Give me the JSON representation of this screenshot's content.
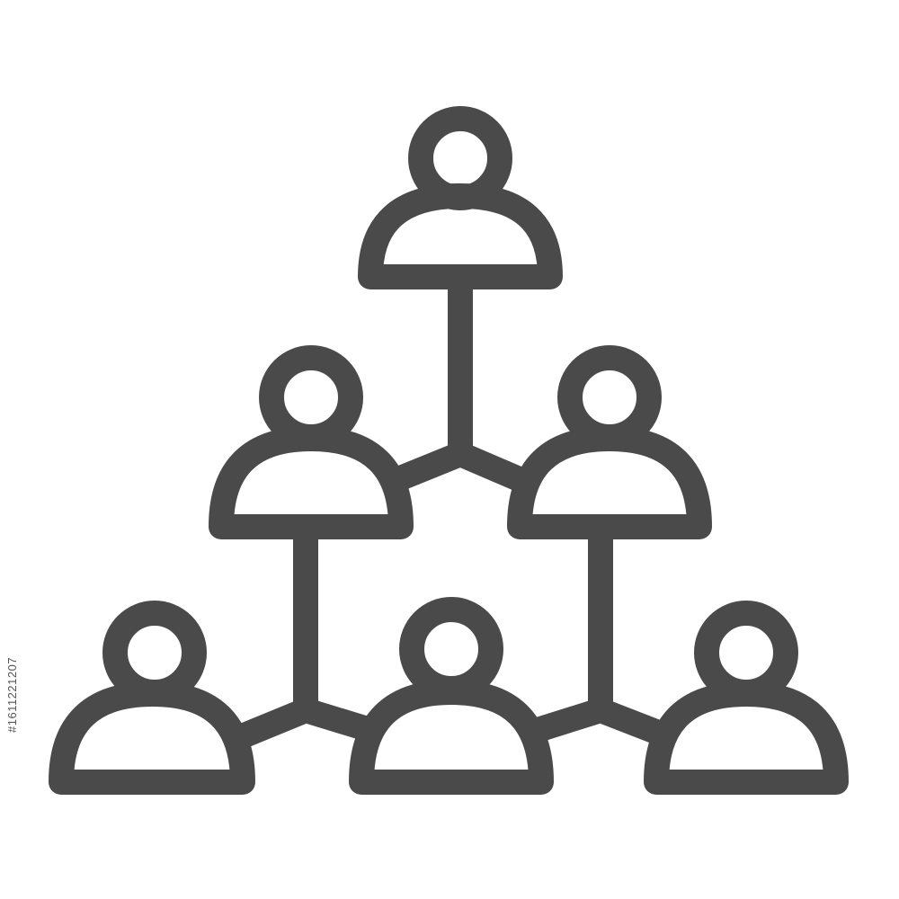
{
  "icon": {
    "name": "hierarchy-people-icon",
    "stroke_color": "#4a4a4a",
    "background_color": "#ffffff",
    "people_count": 6,
    "levels": 3
  },
  "stock_id": "#1611221207"
}
